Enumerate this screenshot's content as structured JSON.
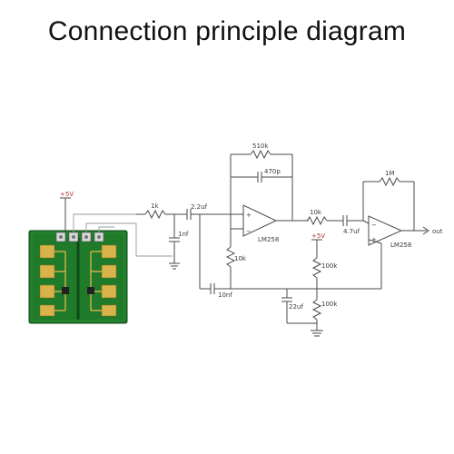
{
  "title": "Connection principle diagram",
  "colors": {
    "wire": "#4a4a4a",
    "pcb": "#1f7a2a",
    "pad": "#d8b24a",
    "supply": "#b03030"
  },
  "labels": {
    "vcc_left": "+5V",
    "r_1k": "1k",
    "c_2_2uf": "2.2uf",
    "c_1nf": "1nf",
    "r_510k": "510k",
    "c_470p": "470p",
    "opamp1": "LM258",
    "r_10k_bias": "10k",
    "c_10nf": "10nf",
    "r_10k_series": "10k",
    "vcc_mid": "+5V",
    "r_100k_top": "100k",
    "c_22uf": "22uf",
    "r_100k_bot": "100k",
    "c_4_7uf": "4.7uf",
    "r_1m": "1M",
    "opamp2": "LM258",
    "out": "out"
  }
}
